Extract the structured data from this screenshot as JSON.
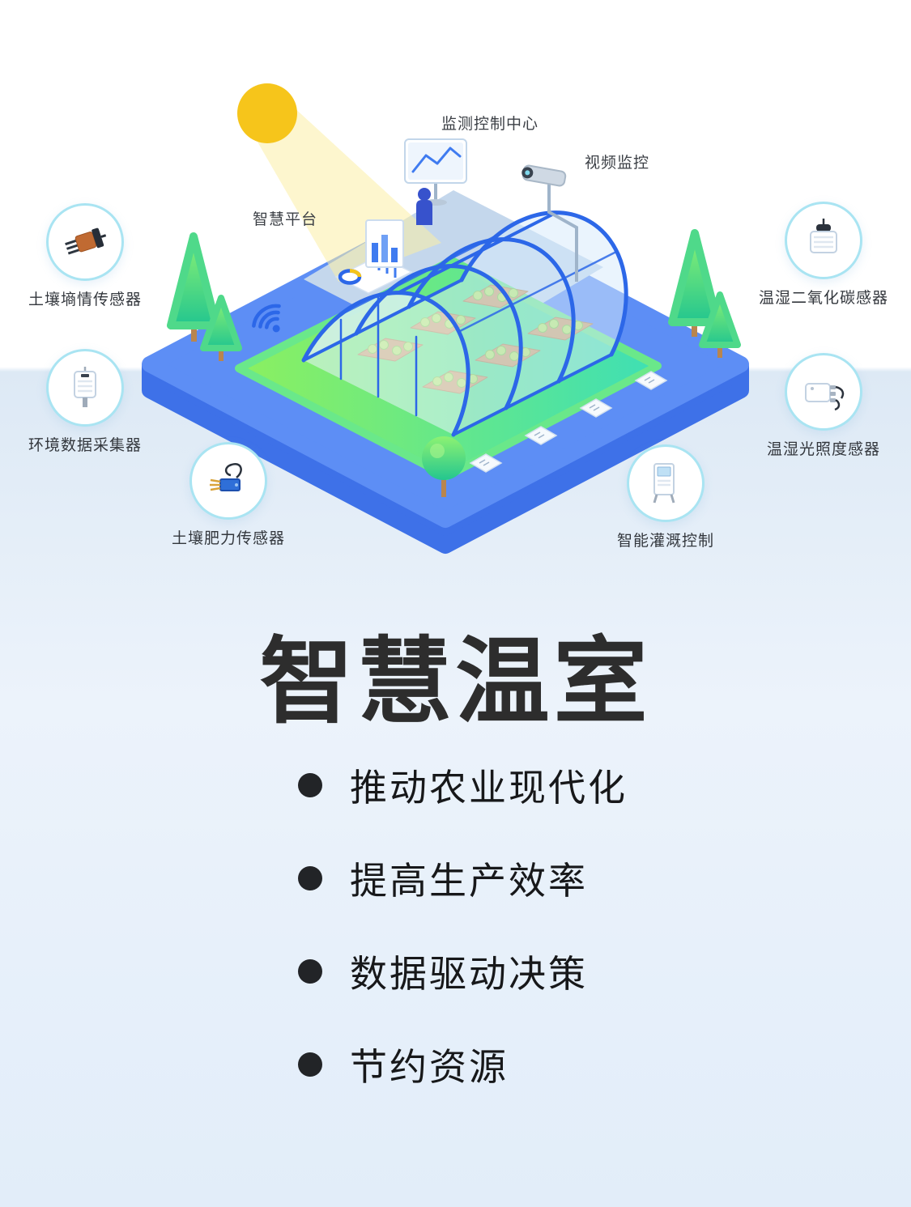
{
  "illustration": {
    "scene_labels": {
      "control_center": "监测控制中心",
      "video_monitor": "视频监控",
      "smart_platform": "智慧平台"
    },
    "callouts": [
      {
        "id": "soil-moisture",
        "label": "土壤墒情传感器"
      },
      {
        "id": "env-collector",
        "label": "环境数据采集器"
      },
      {
        "id": "soil-fertility",
        "label": "土壤肥力传感器"
      },
      {
        "id": "co2-sensor",
        "label": "温湿二氧化碳感器"
      },
      {
        "id": "light-sensor",
        "label": "温湿光照度感器"
      },
      {
        "id": "irrigation",
        "label": "智能灌溉控制"
      }
    ]
  },
  "content": {
    "title": "智慧温室",
    "bullets": [
      "推动农业现代化",
      "提高生产效率",
      "数据驱动决策",
      "节约资源"
    ]
  },
  "colors": {
    "platform_blue": "#5d8ef5",
    "platform_side_blue": "#3e71e8",
    "field_green_start": "#8cf05f",
    "field_green_end": "#3edfb5",
    "frame_blue": "#2c67e8",
    "sun_yellow": "#f6c51b",
    "callout_ring": "#a9e4f2",
    "bottom_band": "#dde9f5"
  }
}
